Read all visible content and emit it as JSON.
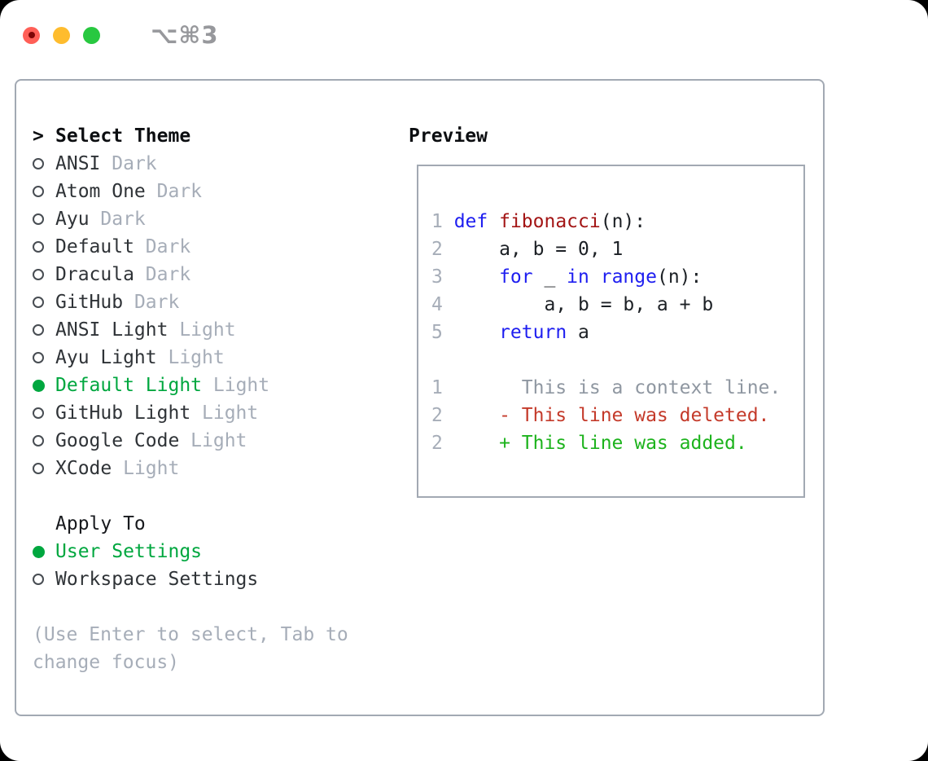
{
  "titlebar": {
    "shortcut": "⌥⌘3"
  },
  "traffic_lights": {
    "close": "#ff5f57",
    "minimize": "#febc2e",
    "zoom": "#28c840"
  },
  "theme_list": {
    "cursor": ">",
    "header": "Select Theme",
    "items": [
      {
        "name": "ANSI",
        "variant": "Dark",
        "selected": false
      },
      {
        "name": "Atom One",
        "variant": "Dark",
        "selected": false
      },
      {
        "name": "Ayu",
        "variant": "Dark",
        "selected": false
      },
      {
        "name": "Default",
        "variant": "Dark",
        "selected": false
      },
      {
        "name": "Dracula",
        "variant": "Dark",
        "selected": false
      },
      {
        "name": "GitHub",
        "variant": "Dark",
        "selected": false
      },
      {
        "name": "ANSI Light",
        "variant": "Light",
        "selected": false
      },
      {
        "name": "Ayu Light",
        "variant": "Light",
        "selected": false
      },
      {
        "name": "Default Light",
        "variant": "Light",
        "selected": true
      },
      {
        "name": "GitHub Light",
        "variant": "Light",
        "selected": false
      },
      {
        "name": "Google Code",
        "variant": "Light",
        "selected": false
      },
      {
        "name": "XCode",
        "variant": "Light",
        "selected": false
      }
    ]
  },
  "apply_to": {
    "header": "Apply To",
    "options": [
      {
        "label": "User Settings",
        "selected": true
      },
      {
        "label": "Workspace Settings",
        "selected": false
      }
    ]
  },
  "hint": {
    "text": "(Use Enter to select, Tab to change focus)"
  },
  "preview": {
    "header": "Preview",
    "lines": [
      {
        "num": "1",
        "segments": [
          {
            "t": "def",
            "c": "kw"
          },
          {
            "t": " ",
            "c": "pl"
          },
          {
            "t": "fibonacci",
            "c": "fn"
          },
          {
            "t": "(n):",
            "c": "pl"
          }
        ]
      },
      {
        "num": "2",
        "segments": [
          {
            "t": "    a, b = 0, 1",
            "c": "pl"
          }
        ]
      },
      {
        "num": "3",
        "segments": [
          {
            "t": "    ",
            "c": "pl"
          },
          {
            "t": "for",
            "c": "kw"
          },
          {
            "t": " _ ",
            "c": "pl"
          },
          {
            "t": "in",
            "c": "kw"
          },
          {
            "t": " ",
            "c": "pl"
          },
          {
            "t": "range",
            "c": "kw"
          },
          {
            "t": "(n):",
            "c": "pl"
          }
        ]
      },
      {
        "num": "4",
        "segments": [
          {
            "t": "        a, b = b, a + b",
            "c": "pl"
          }
        ]
      },
      {
        "num": "5",
        "segments": [
          {
            "t": "    ",
            "c": "pl"
          },
          {
            "t": "return",
            "c": "kw"
          },
          {
            "t": " a",
            "c": "pl"
          }
        ]
      },
      {
        "blank": true
      },
      {
        "num": "1",
        "segments": [
          {
            "t": "      This is a context line.",
            "c": "ctx"
          }
        ]
      },
      {
        "num": "2",
        "segments": [
          {
            "t": "    - This line was deleted.",
            "c": "del"
          }
        ]
      },
      {
        "num": "2",
        "segments": [
          {
            "t": "    + This line was added.",
            "c": "add"
          }
        ]
      }
    ]
  },
  "colors": {
    "accent-green": "#00a73f",
    "keyword-blue": "#1e1ef0",
    "function-red": "#a31515",
    "diff-del-red": "#c43a2a",
    "diff-add-green": "#1db31d",
    "muted-gray": "#a6adb8",
    "text-dark": "#2f3337",
    "border-gray": "#a2a9b3",
    "tl-close": "#ff5f57",
    "tl-min": "#febc2e",
    "tl-zoom": "#28c840"
  }
}
